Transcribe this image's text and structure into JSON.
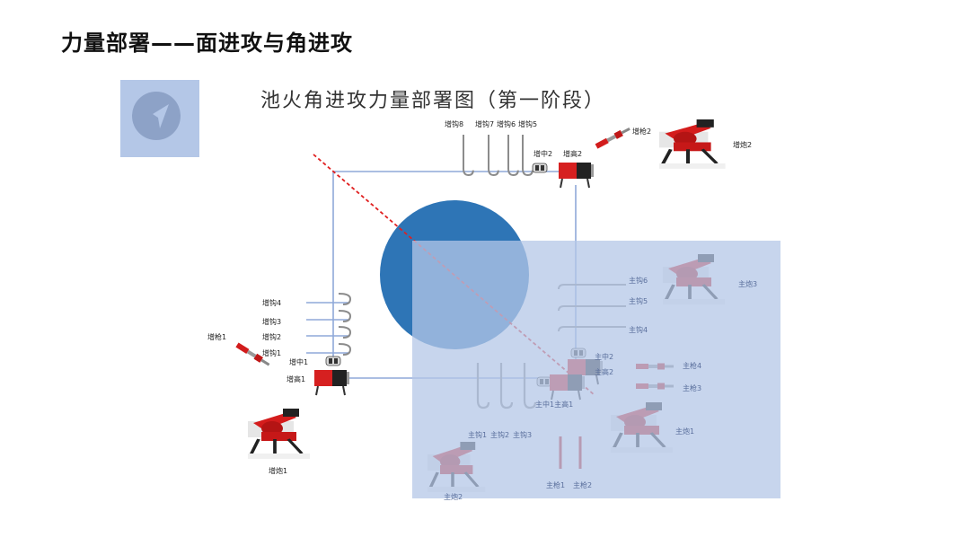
{
  "slide_title": "力量部署——面进攻与角进攻",
  "diagram_title": "池火角进攻力量部署图（第一阶段）",
  "icons": {
    "compass": "compass-navigation-icon",
    "truck": "fire-truck-icon",
    "hook": "hook-ladder-icon",
    "nozzle": "fire-nozzle-icon",
    "monitor": "fire-monitor-cannon-icon"
  },
  "colors": {
    "overlay": "#b4c7e7",
    "tank": "#2e75b6",
    "hose": "#8fa9d9",
    "danger_line": "#e02020",
    "truck_red": "#d62020"
  },
  "labels": {
    "hook_top_8": "增钩8",
    "hook_top_7": "增钩7",
    "hook_top_6": "增钩6",
    "hook_top_5": "增钩5",
    "zeng_zhong_2": "增中2",
    "zeng_gao_2": "增高2",
    "zeng_qiang_2": "增枪2",
    "zeng_pao_2": "增炮2",
    "hook_left_4": "增钩4",
    "hook_left_3": "增钩3",
    "hook_left_2": "增钩2",
    "hook_left_1": "增钩1",
    "zeng_qiang_1": "增枪1",
    "zeng_zhong_1": "增中1",
    "zeng_gao_1": "增高1",
    "zeng_pao_1": "增炮1",
    "zhu_gou_6": "主钩6",
    "zhu_gou_5": "主钩5",
    "zhu_gou_4": "主钩4",
    "zhu_pao_3": "主炮3",
    "zhu_zhong_2": "主中2",
    "zhu_gao_2": "主高2",
    "zhu_qiang_4": "主枪4",
    "zhu_qiang_3": "主枪3",
    "zhu_zhong_1_gao_1": "主中1主高1",
    "zhu_pao_1": "主炮1",
    "zhu_gou_1": "主钩1",
    "zhu_gou_2": "主钩2",
    "zhu_gou_3": "主钩3",
    "zhu_pao_2": "主炮2",
    "zhu_qiang_1": "主枪1",
    "zhu_qiang_2": "主枪2"
  }
}
